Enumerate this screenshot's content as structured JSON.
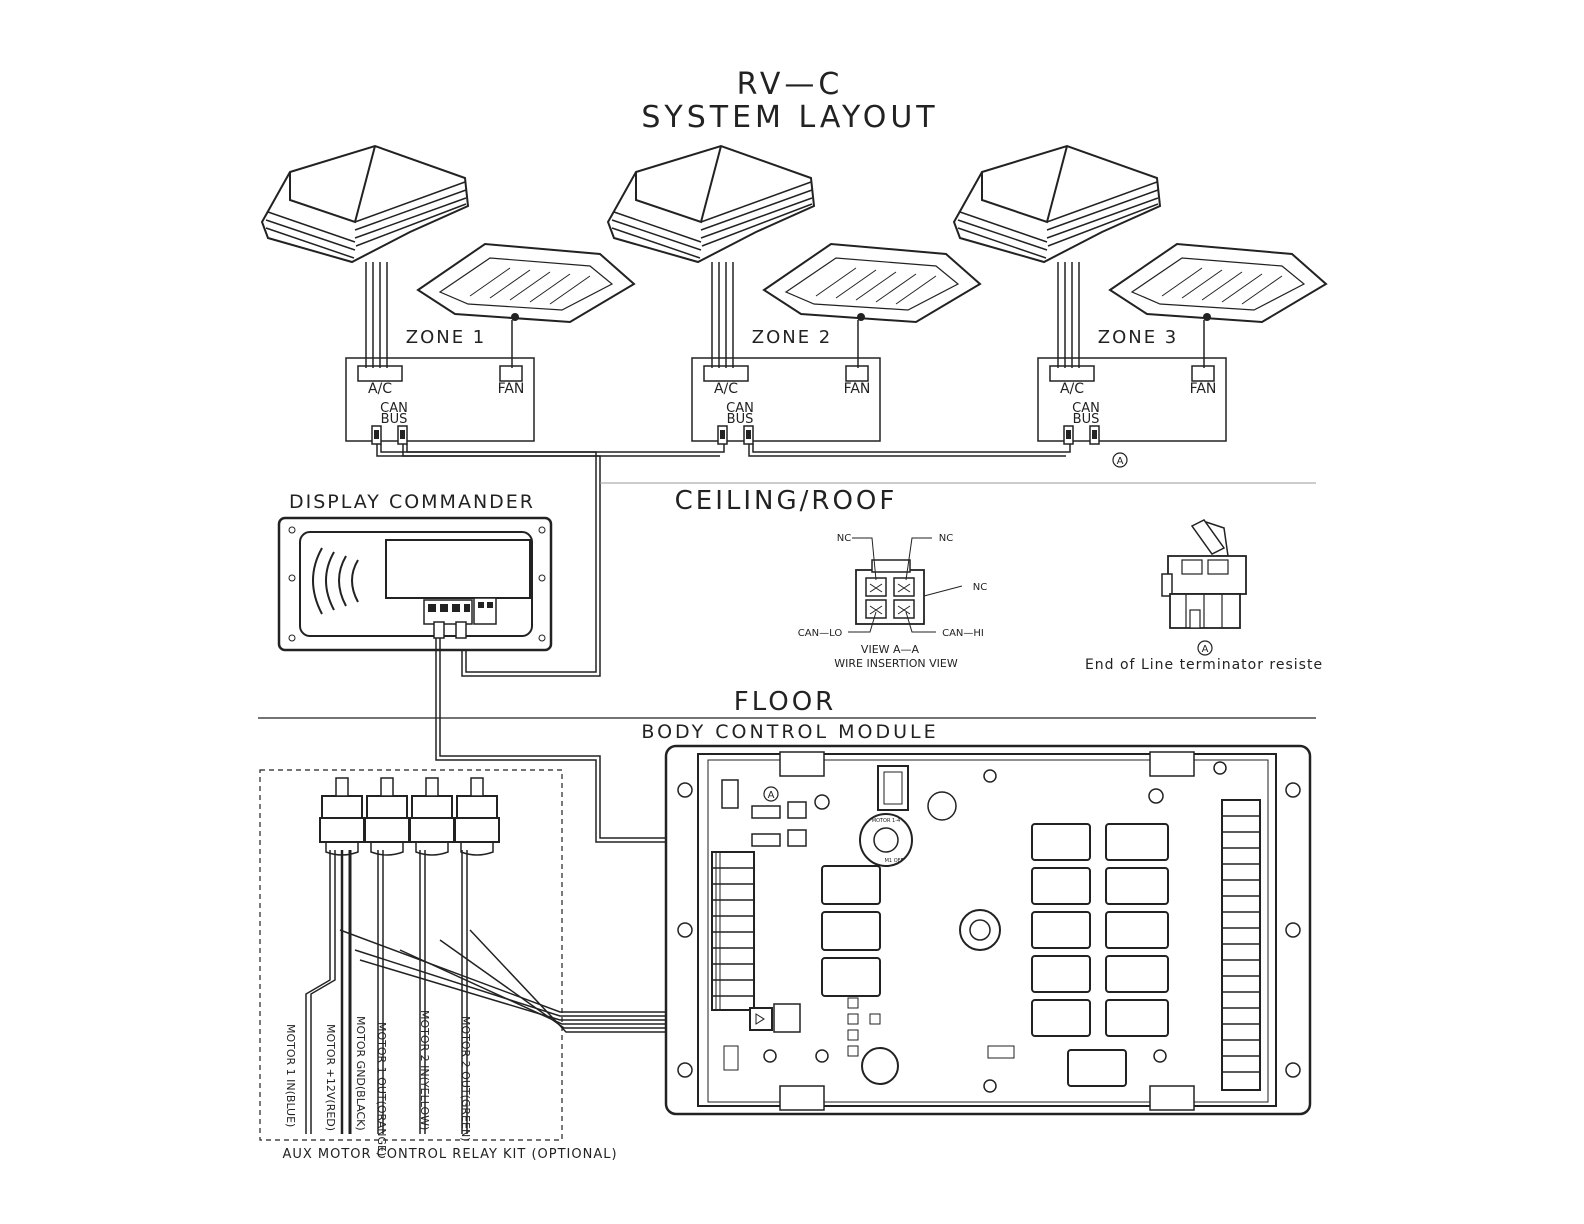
{
  "title": {
    "line1": "RV—C",
    "line2": "SYSTEM  LAYOUT"
  },
  "zones": [
    {
      "label": "ZONE 1",
      "ac": "A/C",
      "fan": "FAN",
      "can_line1": "CAN",
      "can_line2": "BUS"
    },
    {
      "label": "ZONE 2",
      "ac": "A/C",
      "fan": "FAN",
      "can_line1": "CAN",
      "can_line2": "BUS"
    },
    {
      "label": "ZONE 3",
      "ac": "A/C",
      "fan": "FAN",
      "can_line1": "CAN",
      "can_line2": "BUS"
    }
  ],
  "terminator_marker": "A",
  "sections": {
    "display": "DISPLAY  COMMANDER",
    "ceiling": "CEILING/ROOF",
    "floor": "FLOOR",
    "bcm": "BODY  CONTROL  MODULE"
  },
  "connector_view": {
    "nc_left": "NC",
    "nc_right": "NC",
    "nc_side": "NC",
    "can_lo": "CAN—LO",
    "can_hi": "CAN—HI",
    "caption1": "VIEW  A—A",
    "caption2": "WIRE  INSERTION  VIEW"
  },
  "terminator": {
    "marker": "A",
    "caption": "End of Line terminator resiste"
  },
  "relay_kit": {
    "caption": "AUX MOTOR CONTROL RELAY KIT (OPTIONAL)",
    "wires": [
      "MOTOR 1 IN(BLUE)",
      "MOTOR +12V(RED)",
      "MOTOR GND(BLACK)",
      "MOTOR 1 OUT(ORANGE)",
      "MOTOR 2 IN(YELLOW)",
      "MOTOR 2 OUT(GREEN)"
    ]
  },
  "bcm_marker": "A",
  "bcm_switch": {
    "line1": "MOTOR 1-4",
    "line2": "M1  OFF"
  }
}
